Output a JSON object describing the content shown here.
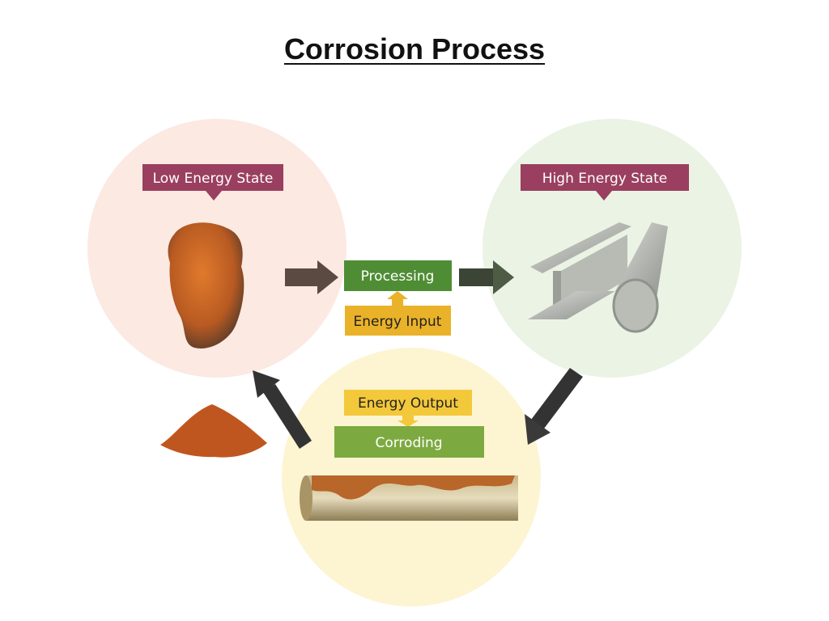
{
  "title": "Corrosion Process",
  "labels": {
    "low_energy": "Low Energy State",
    "high_energy": "High Energy State",
    "processing": "Processing",
    "energy_input": "Energy Input",
    "energy_output": "Energy Output",
    "corroding": "Corroding"
  },
  "colors": {
    "label_maroon": "#9a3f5f",
    "processing_green": "#4f8d35",
    "energy_yellow": "#e9b228",
    "output_yellow": "#f3c83a",
    "corroding_green": "#7daa40",
    "circle_pink": "#fbe9e2",
    "circle_green": "#eaf3e4",
    "circle_yellow": "#fdf3cf"
  }
}
